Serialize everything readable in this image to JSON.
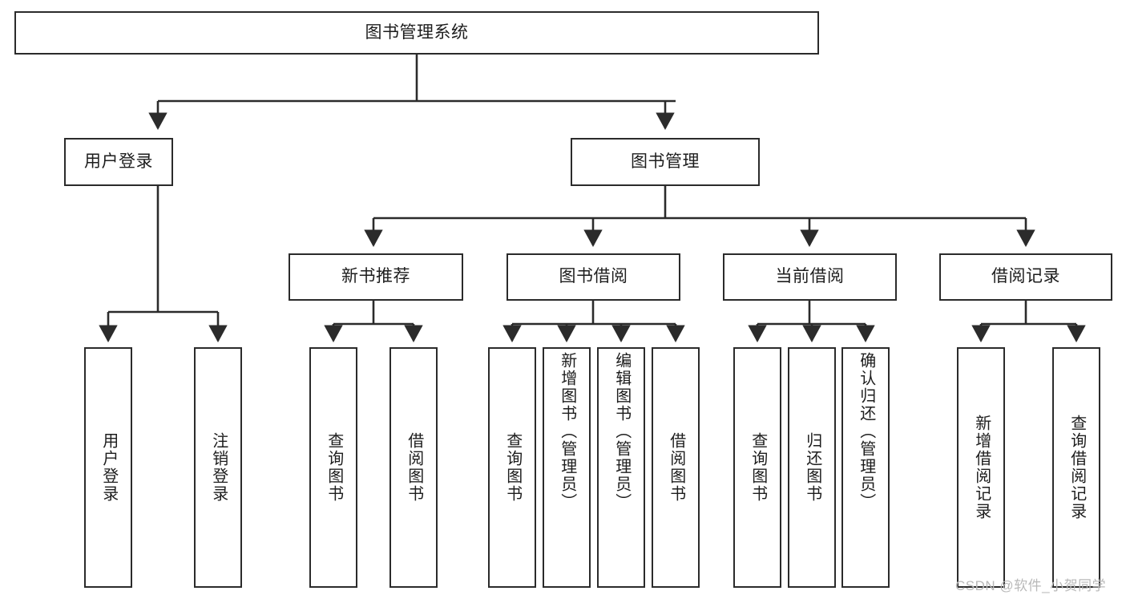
{
  "diagram": {
    "title": "图书管理系统",
    "root": {
      "id": "root",
      "label": "图书管理系统"
    },
    "level2": [
      {
        "id": "user-login",
        "label": "用户登录"
      },
      {
        "id": "book-manage",
        "label": "图书管理"
      }
    ],
    "level3": [
      {
        "id": "new-book-recommend",
        "label": "新书推荐"
      },
      {
        "id": "book-borrow",
        "label": "图书借阅"
      },
      {
        "id": "current-borrow",
        "label": "当前借阅"
      },
      {
        "id": "borrow-record",
        "label": "借阅记录"
      }
    ],
    "leaves": {
      "user_login": [
        {
          "id": "leaf-user-login",
          "label": "用户登录"
        },
        {
          "id": "leaf-logout-login",
          "label": "注销登录"
        }
      ],
      "new_book_recommend": [
        {
          "id": "leaf-query-book-1",
          "label": "查询图书"
        },
        {
          "id": "leaf-borrow-book-1",
          "label": "借阅图书"
        }
      ],
      "book_borrow": [
        {
          "id": "leaf-query-book-2",
          "label": "查询图书"
        },
        {
          "id": "leaf-add-book",
          "label": "新增图书（管理员）"
        },
        {
          "id": "leaf-edit-book",
          "label": "编辑图书（管理员）"
        },
        {
          "id": "leaf-borrow-book-2",
          "label": "借阅图书"
        }
      ],
      "current_borrow": [
        {
          "id": "leaf-query-book-3",
          "label": "查询图书"
        },
        {
          "id": "leaf-return-book",
          "label": "归还图书"
        },
        {
          "id": "leaf-confirm-return",
          "label": "确认归还（管理员）"
        }
      ],
      "borrow_record": [
        {
          "id": "leaf-add-record",
          "label": "新增借阅记录"
        },
        {
          "id": "leaf-query-record",
          "label": "查询借阅记录"
        }
      ]
    }
  },
  "watermark": {
    "text": "CSDN @软件_小贺同学"
  },
  "colors": {
    "border": "#2b2b2b",
    "text": "#1d1d1d",
    "background": "#ffffff",
    "watermark": "#b9b9b9"
  }
}
